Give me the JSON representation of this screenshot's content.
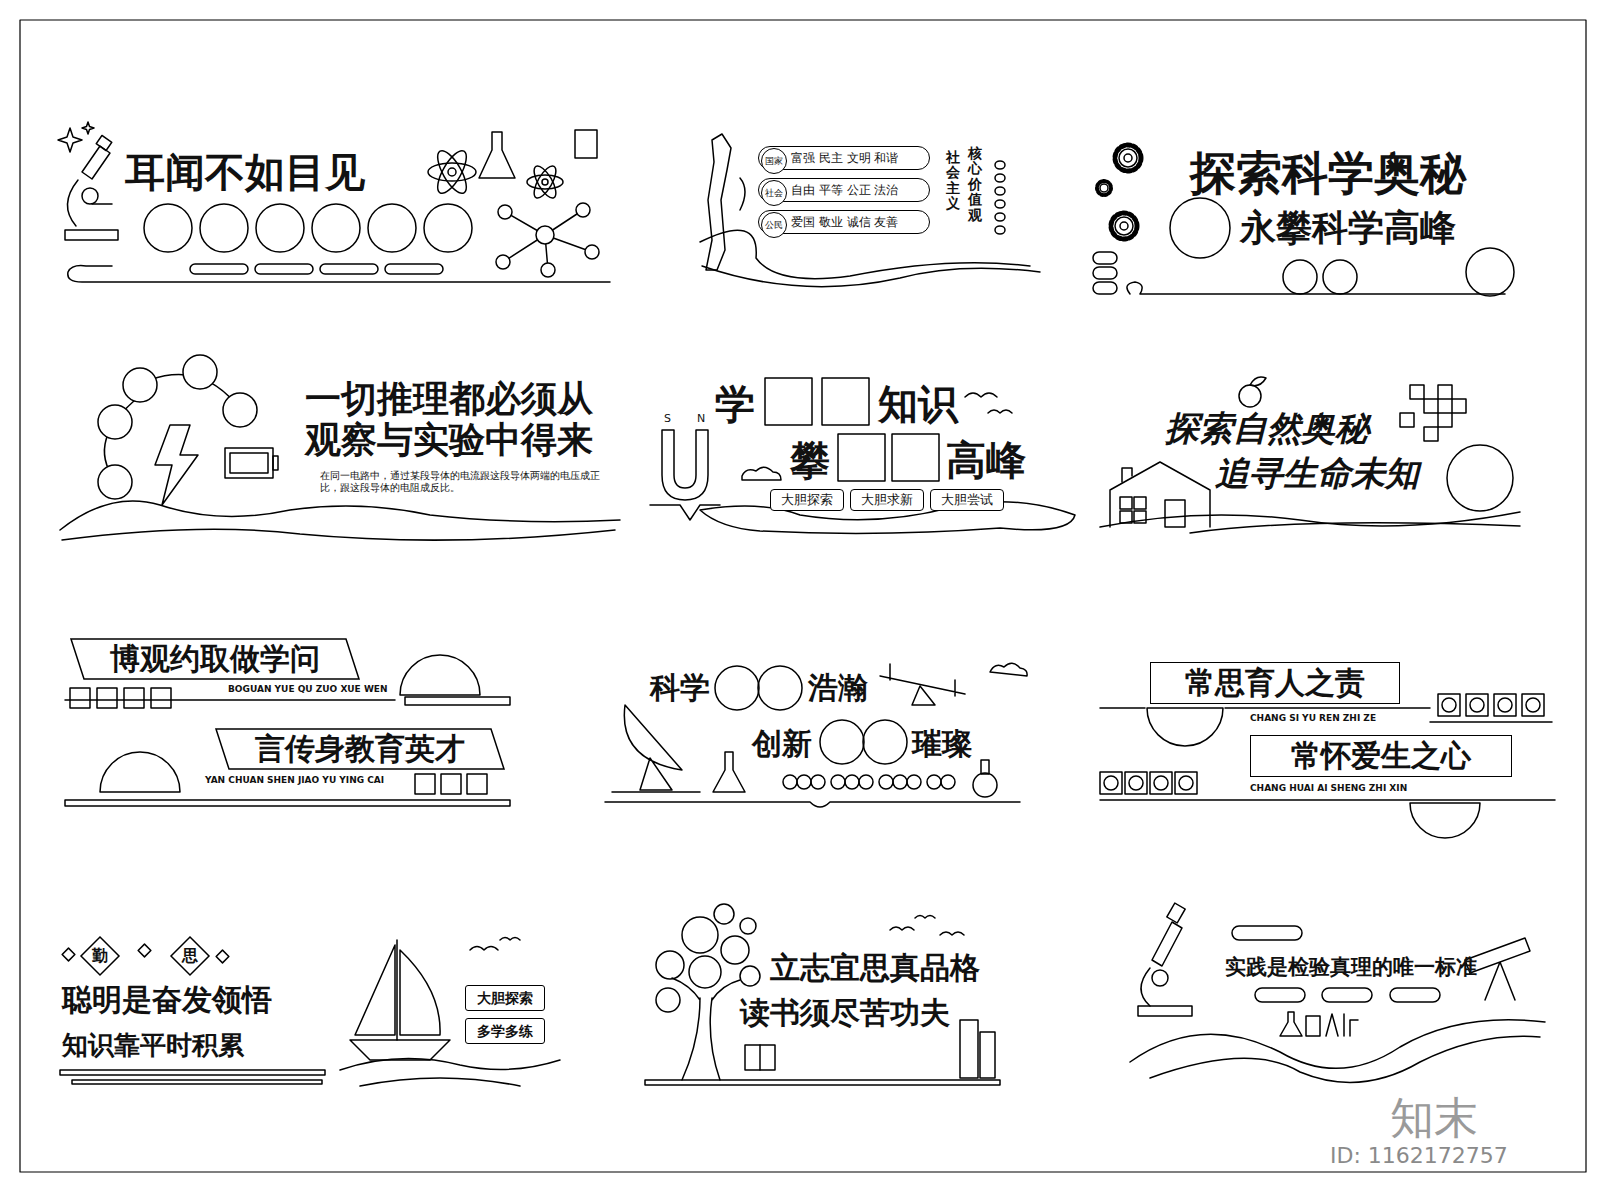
{
  "diagram": {
    "nodes": [
      {
        "text": [
          "富强 民主 文明 和谐"
        ]
      },
      {
        "text": [
          "国家"
        ],
        "in": 0
      },
      {
        "text": [
          "自由 平等 公正 法治"
        ]
      },
      {
        "text": [
          "社会"
        ],
        "in": 2
      },
      {
        "text": [
          "爱国 敬业 诚信 友善"
        ]
      },
      {
        "text": [
          "公民"
        ],
        "in": 4
      },
      {
        "text": [
          "大胆探索"
        ]
      },
      {
        "text": [
          "大胆求新"
        ]
      },
      {
        "text": [
          "大胆尝试"
        ]
      },
      {
        "text": [
          "博观约取做学问"
        ]
      },
      {
        "text": [
          "常思育人之责"
        ]
      },
      {
        "text": [
          "言传身教育英才"
        ]
      },
      {
        "text": [
          "常怀爱生之心"
        ]
      },
      {
        "text": [
          "勤"
        ]
      },
      {
        "text": [
          "思"
        ]
      },
      {
        "text": [
          "大胆探索"
        ]
      },
      {
        "text": [
          "多学多练"
        ]
      }
    ],
    "labels": [
      "耳闻不如目见",
      "社会主义",
      "核心价值观",
      "探索科学奥秘",
      "永攀科学高峰",
      "一切推理都必须从 观察与实验中得来",
      "在同一电路中，通过某段导体的电流跟这段导体两端的电压成正比，跟这段导体的电阻成反比。",
      "学",
      "知识",
      "S",
      "N",
      "攀",
      "高峰",
      "探索自然奥秘",
      "追寻生命未知",
      "BOGUAN YUE QU ZUO XUE WEN",
      "YAN CHUAN SHEN JIAO YU YING CAI",
      "科学",
      "浩瀚",
      "创新",
      "璀璨",
      "CHANG SI YU REN ZHI ZE",
      "CHANG HUAI AI SHENG ZHI XIN",
      "聪明是奋发领悟",
      "知识靠平时积累",
      "立志宜思真品格",
      "读书须尽苦功夫",
      "实践是检验真理的唯一标准",
      "知末",
      "ID: 1162172757"
    ]
  }
}
